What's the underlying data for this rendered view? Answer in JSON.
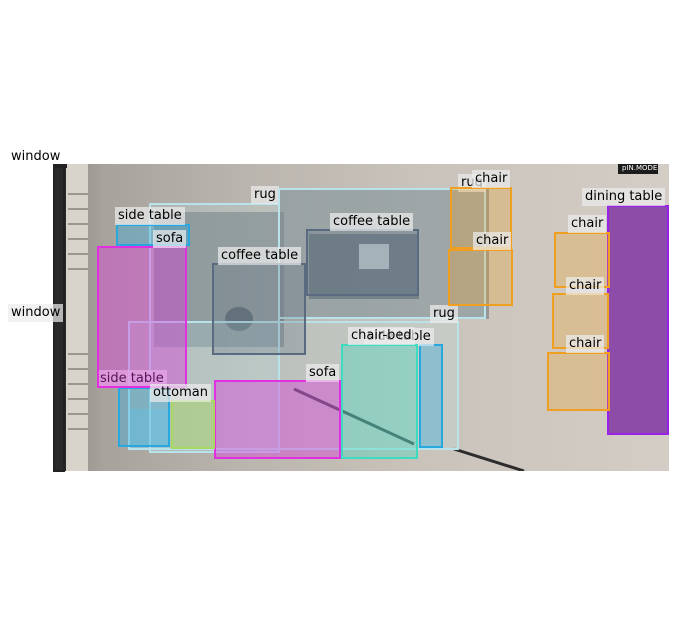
{
  "scene": {
    "watermark": "pIN.MODE",
    "detections": [
      {
        "id": "window-top",
        "label": "window",
        "color": "#222222"
      },
      {
        "id": "window-mid",
        "label": "window",
        "color": "#222222"
      },
      {
        "id": "rug-1",
        "label": "rug",
        "color": "#b9e3ea"
      },
      {
        "id": "rug-2",
        "label": "rug",
        "color": "#b9e3ea"
      },
      {
        "id": "rug-3",
        "label": "rug",
        "color": "#b9e3ea"
      },
      {
        "id": "side-table-1",
        "label": "side table",
        "color": "#29a8e0"
      },
      {
        "id": "side-table-2",
        "label": "side table",
        "color": "#29a8e0"
      },
      {
        "id": "side-table-3",
        "label": "side table",
        "color": "#29a8e0"
      },
      {
        "id": "sofa-1",
        "label": "sofa",
        "color": "#e030e0"
      },
      {
        "id": "sofa-2",
        "label": "sofa",
        "color": "#e030e0"
      },
      {
        "id": "coffee-table-1",
        "label": "coffee table",
        "color": "#5a6a80"
      },
      {
        "id": "coffee-table-2",
        "label": "coffee table",
        "color": "#5a6a80"
      },
      {
        "id": "chair-1",
        "label": "chair",
        "color": "#f0a020"
      },
      {
        "id": "chair-2",
        "label": "chair",
        "color": "#f0a020"
      },
      {
        "id": "chair-3",
        "label": "chair",
        "color": "#f0a020"
      },
      {
        "id": "chair-4",
        "label": "chair",
        "color": "#f0a020"
      },
      {
        "id": "chair-5",
        "label": "chair",
        "color": "#f0a020"
      },
      {
        "id": "dining-table",
        "label": "dining table",
        "color": "#9a22e8"
      },
      {
        "id": "chair-bed",
        "label": "chair-bed",
        "color": "#3ddcc0"
      },
      {
        "id": "ottoman",
        "label": "ottoman",
        "color": "#a8d860"
      }
    ]
  }
}
